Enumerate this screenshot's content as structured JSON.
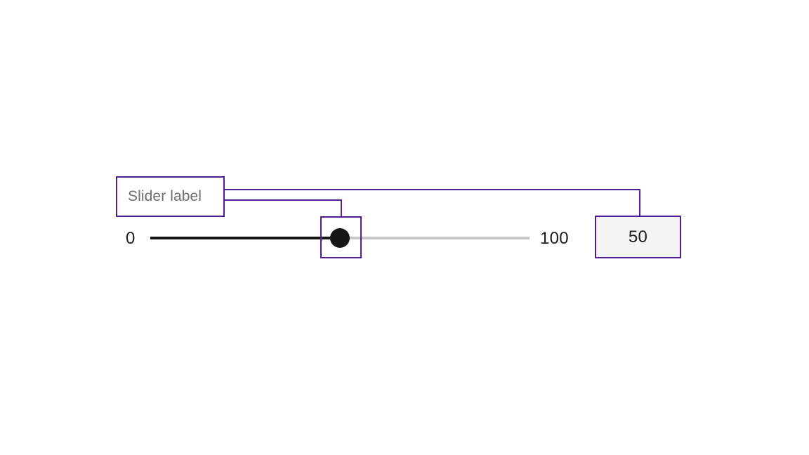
{
  "component": {
    "name": "slider",
    "label": "Slider label",
    "min_label": "0",
    "max_label": "100",
    "value": "50",
    "fill_percent": 50
  },
  "annotations": {
    "label_callout": {
      "text": "Slider label",
      "target": "slider-label"
    },
    "thumb_callout": {
      "target": "slider-thumb"
    },
    "value_callout": {
      "text": "50",
      "target": "slider-value-input"
    }
  },
  "colors": {
    "annotation_purple": "#4f1d96",
    "track_filled": "#161616",
    "track_unfilled": "#c6c6c6",
    "label_text": "#6f6f6f",
    "value_text": "#1c1c1c",
    "value_field_bg": "#f4f4f4",
    "page_bg": "#ffffff"
  }
}
